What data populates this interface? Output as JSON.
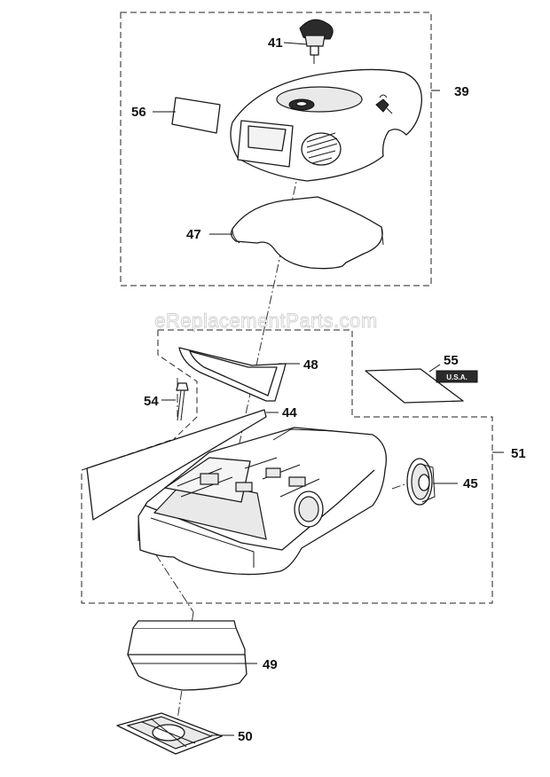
{
  "watermark": "eReplacementParts.com",
  "badge": "U.S.A.",
  "parts": [
    {
      "id": "39",
      "label": "39"
    },
    {
      "id": "41",
      "label": "41"
    },
    {
      "id": "56",
      "label": "56"
    },
    {
      "id": "47",
      "label": "47"
    },
    {
      "id": "48",
      "label": "48"
    },
    {
      "id": "55",
      "label": "55"
    },
    {
      "id": "54",
      "label": "54"
    },
    {
      "id": "44",
      "label": "44"
    },
    {
      "id": "51",
      "label": "51"
    },
    {
      "id": "45",
      "label": "45"
    },
    {
      "id": "49",
      "label": "49"
    },
    {
      "id": "50",
      "label": "50"
    }
  ]
}
